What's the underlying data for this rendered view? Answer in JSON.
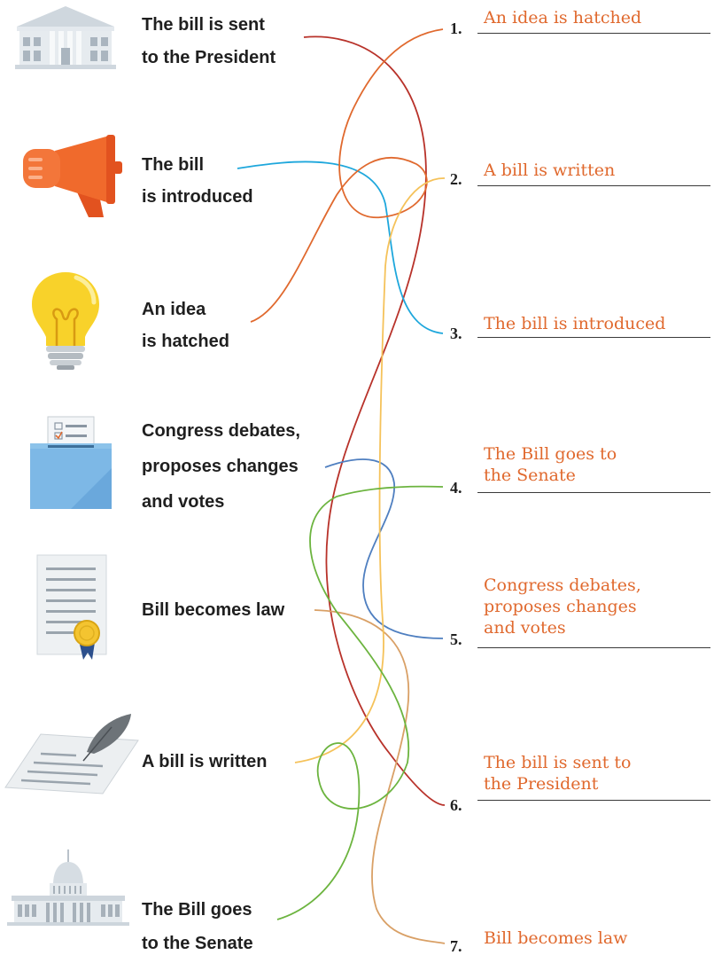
{
  "left_items": [
    {
      "name": "white-house",
      "lines": [
        "The bill is sent",
        "to the President"
      ]
    },
    {
      "name": "megaphone",
      "lines": [
        "The bill",
        "is introduced"
      ]
    },
    {
      "name": "lightbulb",
      "lines": [
        "An idea",
        "is hatched"
      ]
    },
    {
      "name": "ballot-box",
      "lines": [
        "Congress debates,",
        "proposes changes",
        "and votes"
      ]
    },
    {
      "name": "certificate",
      "lines": [
        "Bill becomes law"
      ]
    },
    {
      "name": "quill-document",
      "lines": [
        "A bill is written"
      ]
    },
    {
      "name": "capitol",
      "lines": [
        "The Bill goes",
        "to the Senate"
      ]
    }
  ],
  "steps": [
    {
      "number": "1.",
      "answer": [
        "An idea is hatched"
      ]
    },
    {
      "number": "2.",
      "answer": [
        "A bill is written"
      ]
    },
    {
      "number": "3.",
      "answer": [
        "The bill is introduced"
      ]
    },
    {
      "number": "4.",
      "answer": [
        "The Bill goes to",
        "the Senate"
      ]
    },
    {
      "number": "5.",
      "answer": [
        "Congress debates,",
        "proposes changes",
        "and votes"
      ]
    },
    {
      "number": "6.",
      "answer": [
        "The bill is sent to",
        "the President"
      ]
    },
    {
      "number": "7.",
      "answer": [
        "Bill becomes law"
      ]
    }
  ],
  "colors": {
    "answer_text": "#e0692e",
    "line_president": "#b8322a",
    "line_introduced": "#1ea7dc",
    "line_idea": "#e0692e",
    "line_debates": "#4f7fc0",
    "line_law": "#d9a066",
    "line_written": "#f5c25a",
    "line_senate": "#6cb43f"
  }
}
